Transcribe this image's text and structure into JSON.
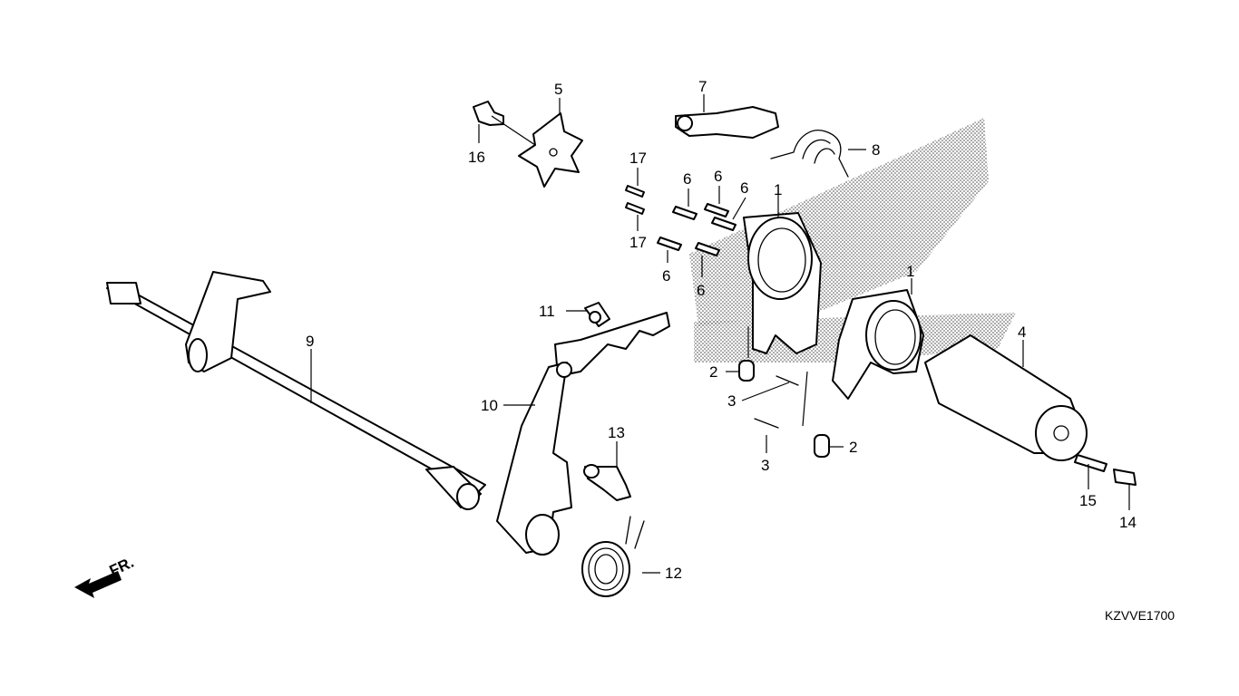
{
  "diagram": {
    "code": "KZVVE1700",
    "direction_label": "FR.",
    "callouts": {
      "c1a": "1",
      "c1b": "1",
      "c2a": "2",
      "c2b": "2",
      "c3a": "3",
      "c3b": "3",
      "c4": "4",
      "c5": "5",
      "c6a": "6",
      "c6b": "6",
      "c6c": "6",
      "c6d": "6",
      "c6e": "6",
      "c7": "7",
      "c8": "8",
      "c9": "9",
      "c10": "10",
      "c11": "11",
      "c12": "12",
      "c13": "13",
      "c14": "14",
      "c15": "15",
      "c16": "16",
      "c17a": "17",
      "c17b": "17"
    }
  }
}
